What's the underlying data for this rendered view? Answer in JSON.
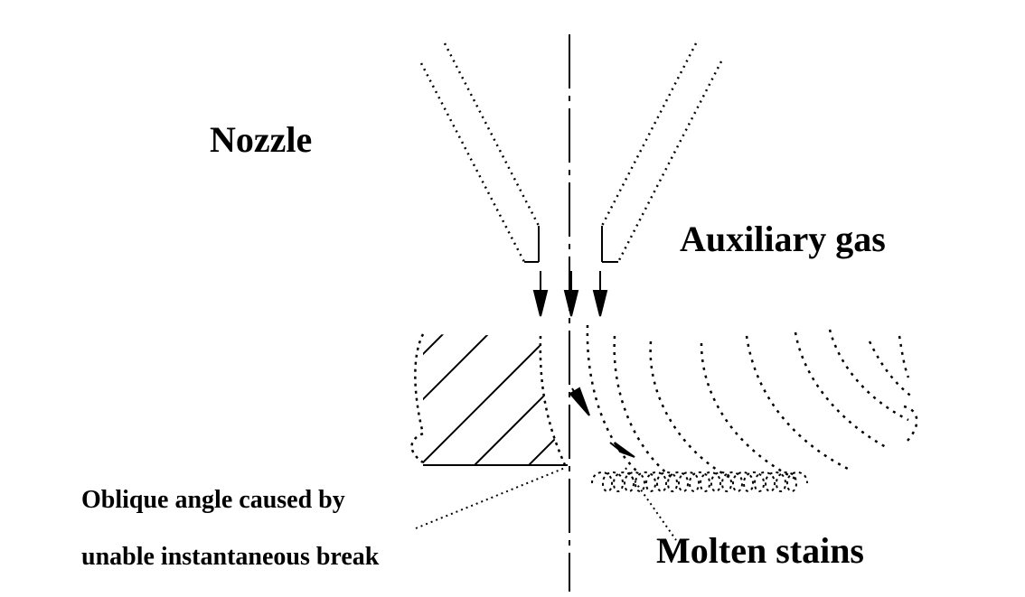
{
  "labels": {
    "nozzle": "Nozzle",
    "auxiliary_gas": "Auxiliary gas",
    "molten_stains": "Molten stains",
    "oblique_line1": "Oblique angle caused by",
    "oblique_line2": "unable instantaneous break"
  },
  "colors": {
    "ink": "#000000",
    "background": "#ffffff"
  }
}
